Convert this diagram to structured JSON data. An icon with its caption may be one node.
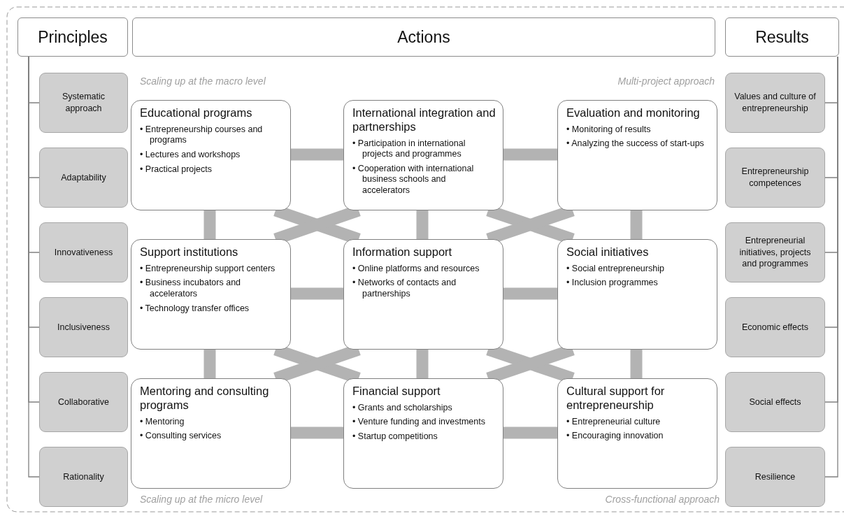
{
  "diagram": {
    "nodes": [
      {
        "text": [
          "Principles"
        ]
      },
      {
        "text": [
          "Actions"
        ]
      },
      {
        "text": [
          "Results"
        ]
      },
      {
        "text": [
          "Systematic approach"
        ]
      },
      {
        "text": [
          "Adaptability"
        ]
      },
      {
        "text": [
          "Innovativeness"
        ]
      },
      {
        "text": [
          "Inclusiveness"
        ]
      },
      {
        "text": [
          "Collaborative"
        ]
      },
      {
        "text": [
          "Rationality"
        ]
      },
      {
        "text": [
          "Educational programs",
          "• Entrepreneurship courses and programs",
          "• Lectures and workshops",
          "• Practical projects"
        ]
      },
      {
        "text": [
          "International integration and partnerships",
          "• Participation in international projects and programmes",
          "• Cooperation with international business schools and accelerators"
        ]
      },
      {
        "text": [
          "Evaluation and monitoring",
          "• Monitoring of results",
          "• Analyzing the success of start-ups"
        ]
      },
      {
        "text": [
          "Support institutions",
          "• Entrepreneurship support centers",
          "• Business incubators and accelerators",
          "• Technology transfer offices"
        ]
      },
      {
        "text": [
          "Information support",
          "• Online platforms and resources",
          "• Networks of contacts and partnerships"
        ]
      },
      {
        "text": [
          "Social initiatives",
          "• Social entrepreneurship",
          "• Inclusion programmes"
        ]
      },
      {
        "text": [
          "Mentoring and consulting programs",
          "• Mentoring",
          "• Consulting services"
        ]
      },
      {
        "text": [
          "Financial support",
          "• Grants and scholarships",
          "• Venture funding and investments",
          "• Startup competitions"
        ]
      },
      {
        "text": [
          "Cultural support for entrepreneurship",
          "• Entrepreneurial culture",
          "• Encouraging innovation"
        ]
      },
      {
        "text": [
          "Values and culture of entrepreneurship"
        ]
      },
      {
        "text": [
          "Entrepreneurship competences"
        ]
      },
      {
        "text": [
          "Entrepreneurial initiatives, projects and programmes"
        ]
      },
      {
        "text": [
          "Economic effects"
        ]
      },
      {
        "text": [
          "Social effects"
        ]
      },
      {
        "text": [
          "Resilience"
        ]
      }
    ],
    "edges": [
      {
        "from": 0,
        "to": 3,
        "arrow": "none",
        "color": "#808080"
      },
      {
        "from": 0,
        "to": 4,
        "arrow": "none",
        "color": "#808080"
      },
      {
        "from": 0,
        "to": 5,
        "arrow": "none",
        "color": "#808080"
      },
      {
        "from": 0,
        "to": 6,
        "arrow": "none",
        "color": "#808080"
      },
      {
        "from": 0,
        "to": 7,
        "arrow": "none",
        "color": "#808080"
      },
      {
        "from": 0,
        "to": 8,
        "arrow": "none",
        "color": "#808080"
      },
      {
        "from": 2,
        "to": 18,
        "arrow": "none",
        "color": "#808080"
      },
      {
        "from": 2,
        "to": 19,
        "arrow": "none",
        "color": "#808080"
      },
      {
        "from": 2,
        "to": 20,
        "arrow": "none",
        "color": "#808080"
      },
      {
        "from": 2,
        "to": 21,
        "arrow": "none",
        "color": "#808080"
      },
      {
        "from": 2,
        "to": 22,
        "arrow": "none",
        "color": "#808080"
      },
      {
        "from": 2,
        "to": 23,
        "arrow": "none",
        "color": "#808080"
      },
      {
        "from": 9,
        "to": 10,
        "arrow": "none"
      },
      {
        "from": 10,
        "to": 11,
        "arrow": "none"
      },
      {
        "from": 12,
        "to": 13,
        "arrow": "none"
      },
      {
        "from": 13,
        "to": 14,
        "arrow": "none"
      },
      {
        "from": 15,
        "to": 16,
        "arrow": "none"
      },
      {
        "from": 16,
        "to": 17,
        "arrow": "none"
      },
      {
        "from": 9,
        "to": 12,
        "arrow": "none"
      },
      {
        "from": 10,
        "to": 13,
        "arrow": "none"
      },
      {
        "from": 11,
        "to": 14,
        "arrow": "none"
      },
      {
        "from": 12,
        "to": 15,
        "arrow": "none"
      },
      {
        "from": 13,
        "to": 16,
        "arrow": "none"
      },
      {
        "from": 14,
        "to": 17,
        "arrow": "none"
      },
      {
        "from": 9,
        "to": 13,
        "arrow": "none"
      },
      {
        "from": 10,
        "to": 12,
        "arrow": "none"
      },
      {
        "from": 10,
        "to": 14,
        "arrow": "none"
      },
      {
        "from": 11,
        "to": 13,
        "arrow": "none"
      },
      {
        "from": 12,
        "to": 16,
        "arrow": "none"
      },
      {
        "from": 13,
        "to": 15,
        "arrow": "none"
      },
      {
        "from": 13,
        "to": 17,
        "arrow": "none"
      },
      {
        "from": 14,
        "to": 16,
        "arrow": "none"
      }
    ],
    "labels": [
      "Scaling up at the macro level",
      "Multi-project approach",
      "Scaling up at the micro level",
      "Cross-functional approach"
    ]
  }
}
